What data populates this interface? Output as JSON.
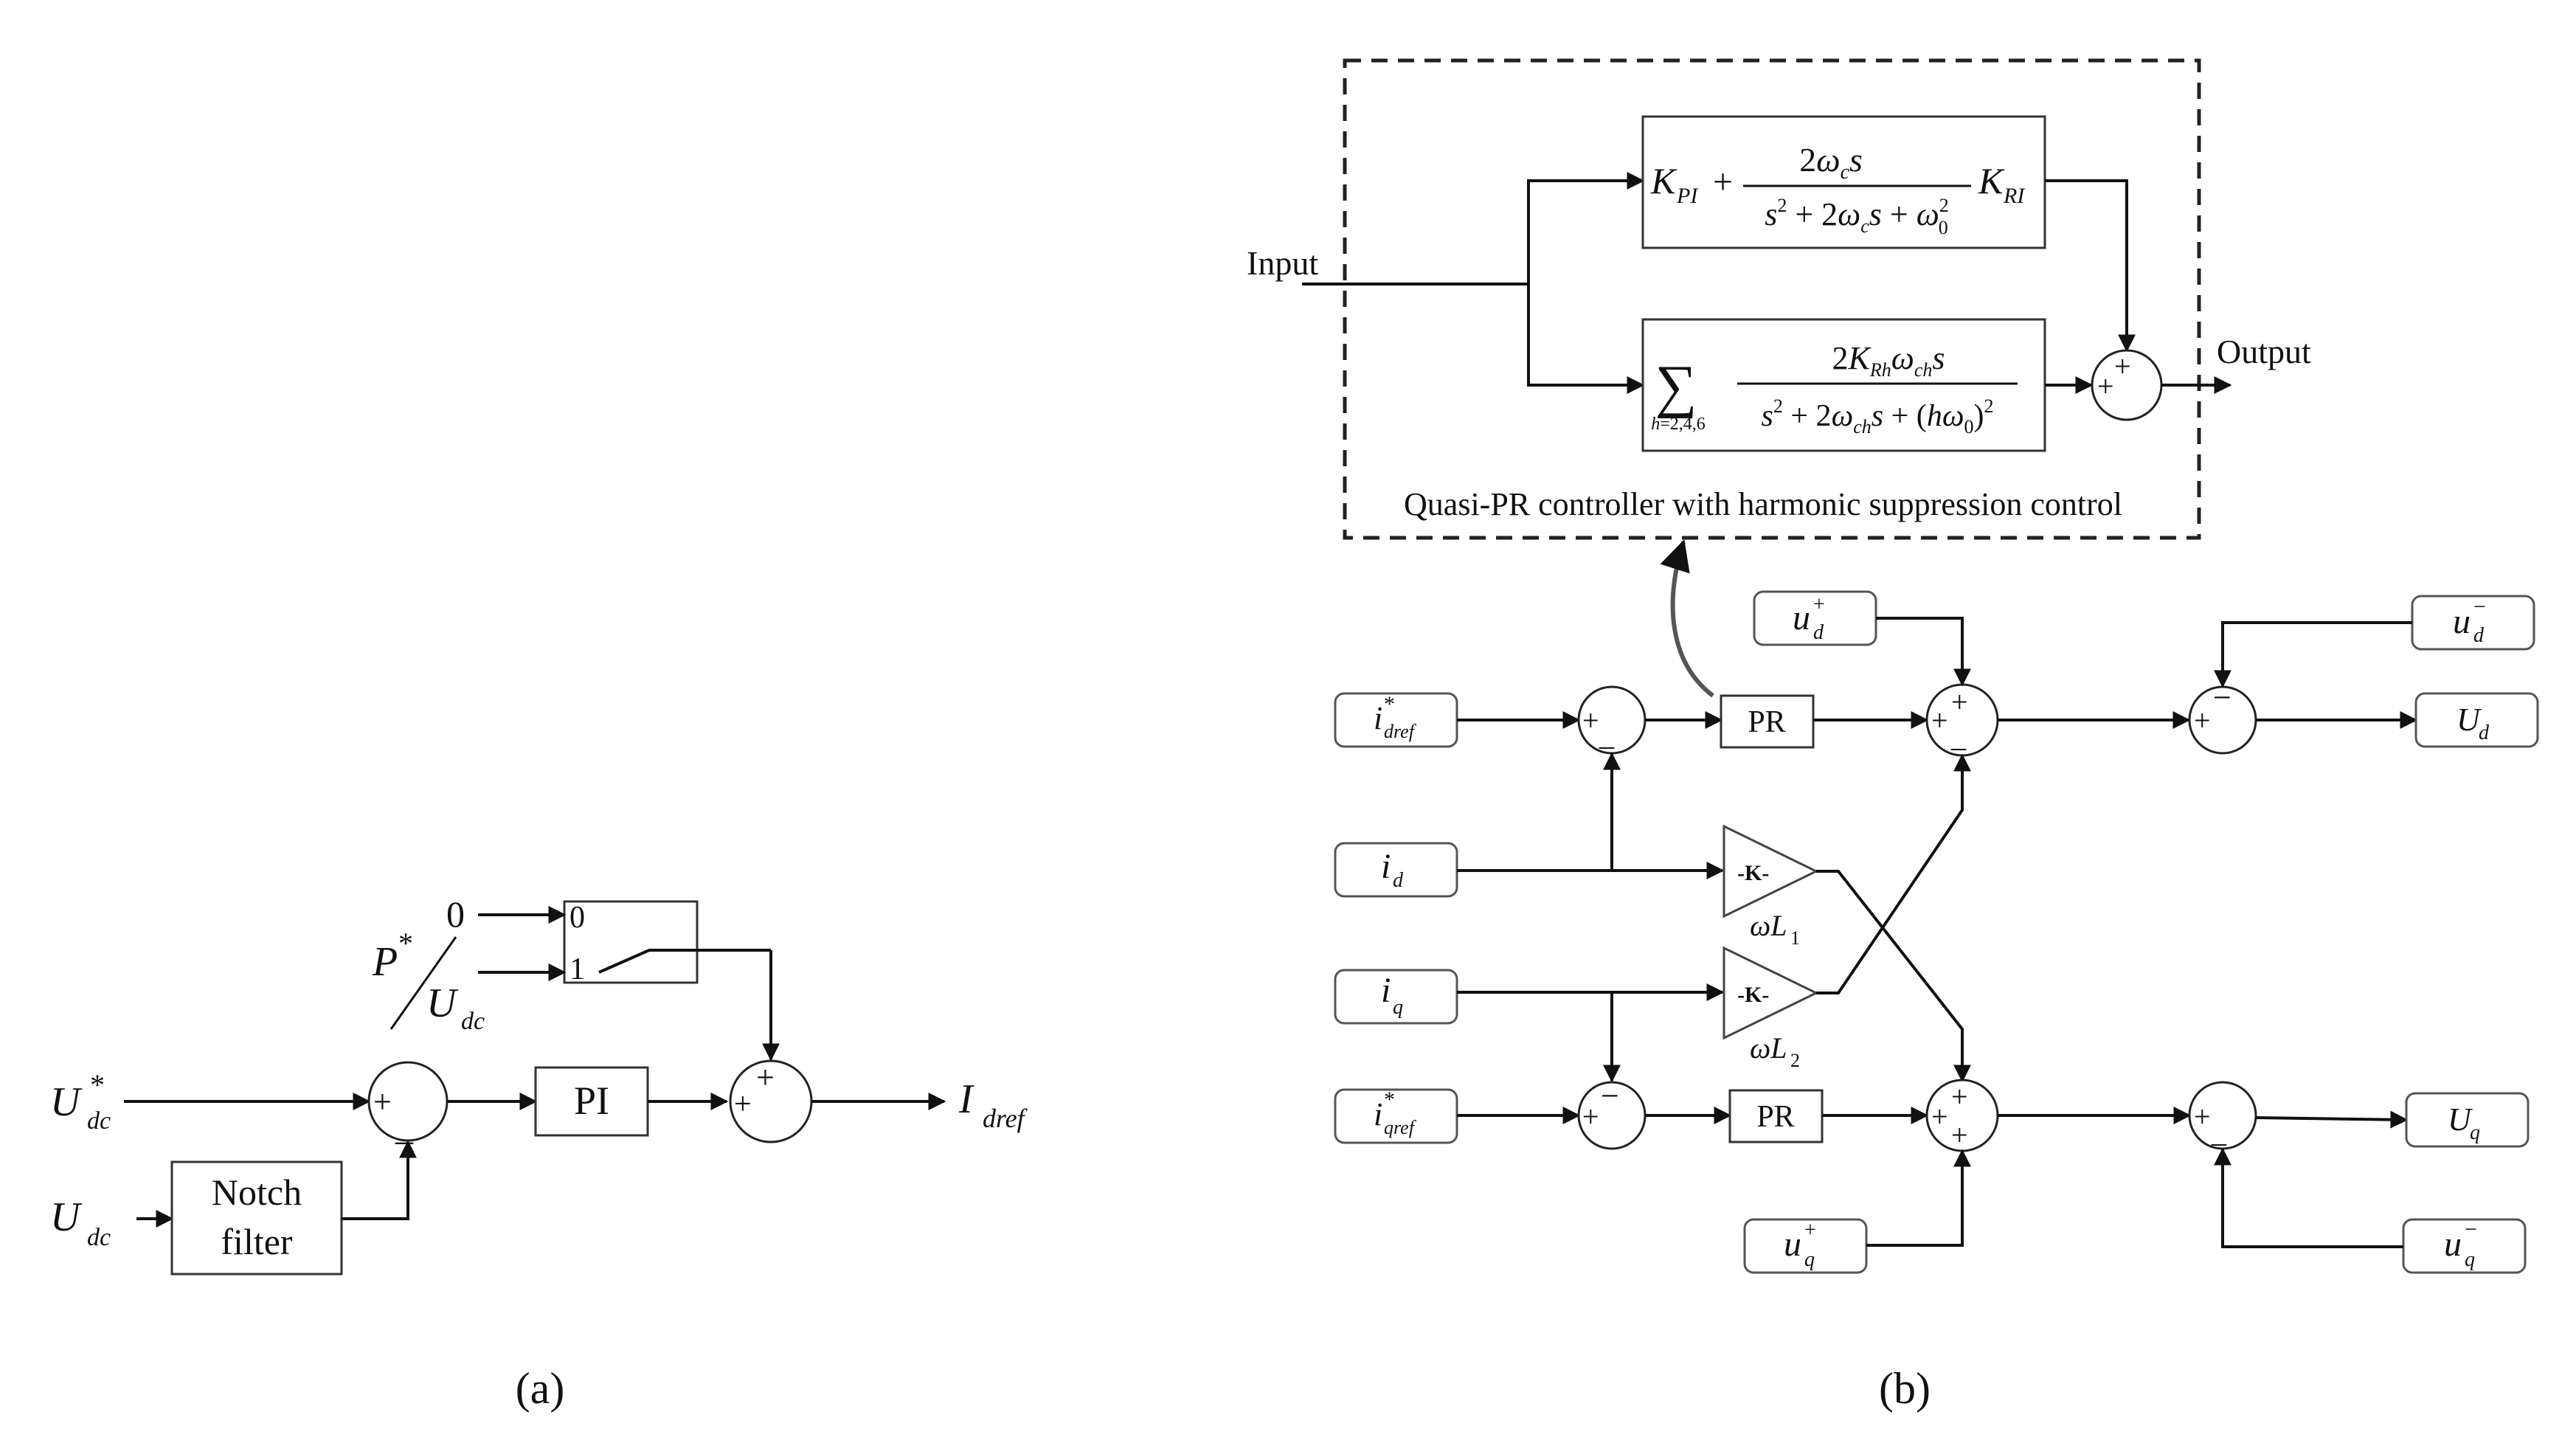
{
  "panel_a": {
    "caption": "(a)",
    "sel_in0": "0",
    "sel_in1_num": "P",
    "sel_in1_den": "U",
    "sel_in1_den_sub": "dc",
    "sel_port0": "0",
    "sel_port1": "1",
    "uref": "U",
    "uref_sub": "dc",
    "udc": "U",
    "udc_sub": "dc",
    "notch_line1": "Notch",
    "notch_line2": "filter",
    "pi": "PI",
    "out": "I",
    "out_sub": "dref"
  },
  "panel_b": {
    "caption": "(b)",
    "input_label": "Input",
    "output_label": "Output",
    "controller_caption": "Quasi-PR controller with harmonic suppression control",
    "pr_label": "PR",
    "gain_label": "-K-",
    "sources": {
      "idref": "i",
      "idref_sub": "dref",
      "id": "i",
      "id_sub": "d",
      "iq": "i",
      "iq_sub": "q",
      "iqref": "i",
      "iqref_sub": "qref",
      "ud_pos": "u",
      "ud_pos_sub": "d",
      "ud_neg": "u",
      "ud_neg_sub": "d",
      "uq_pos": "u",
      "uq_pos_sub": "q",
      "uq_neg": "u",
      "uq_neg_sub": "q"
    },
    "outputs": {
      "Ud": "U",
      "Ud_sub": "d",
      "Uq": "U",
      "Uq_sub": "q"
    },
    "gains": {
      "g1": "ωL",
      "g1_sub": "1",
      "g2": "ωL",
      "g2_sub": "2"
    }
  }
}
